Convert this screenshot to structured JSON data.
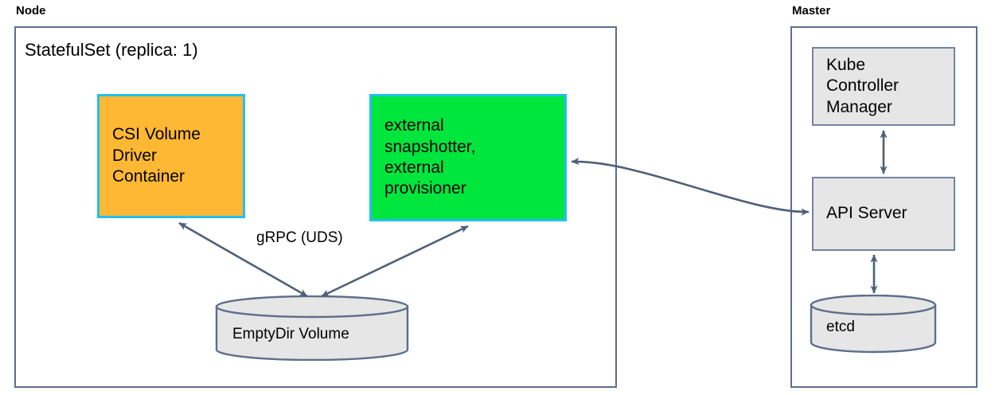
{
  "diagram": {
    "title_hidden": "",
    "groups": [
      {
        "id": "node",
        "label": "Node"
      },
      {
        "id": "master",
        "label": "Master"
      }
    ],
    "node_group": {
      "label": "Node",
      "inner_title": "StatefulSet (replica: 1)",
      "csi_box": {
        "lines": [
          "CSI Volume",
          "Driver",
          "Container"
        ],
        "fill": "#ffb833",
        "border": "#21c0f0"
      },
      "external_box": {
        "lines": [
          "external",
          "snapshotter,",
          "external",
          "provisioner"
        ],
        "fill": "#00e63d",
        "border": "#21c0f0"
      },
      "volume_cylinder": {
        "label": "EmptyDir Volume",
        "fill": "#e6e6e6",
        "border": "#5d6e8a"
      },
      "grpc_label": "gRPC (UDS)"
    },
    "master_group": {
      "label": "Master",
      "kube_controller_manager": {
        "lines": [
          "Kube",
          "Controller",
          "Manager"
        ],
        "fill": "#e6e6e6",
        "border": "#7383a1"
      },
      "api_server": {
        "lines": [
          "API Server"
        ],
        "fill": "#e6e6e6",
        "border": "#7383a1"
      },
      "etcd": {
        "label": "etcd",
        "fill": "#e6e6e6",
        "border": "#5d6e8a"
      }
    },
    "colors": {
      "stroke": "#4e6076",
      "group_border": "#5d6e8a",
      "gray_fill": "#e6e6e6",
      "orange": "#ffb833",
      "green": "#00e63d",
      "cyan": "#21c0f0",
      "text": "#000000"
    }
  }
}
